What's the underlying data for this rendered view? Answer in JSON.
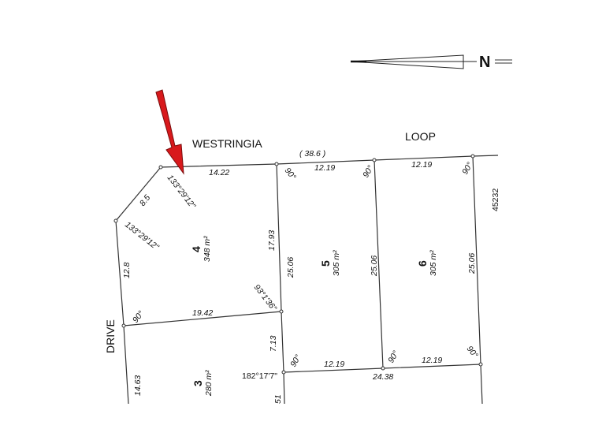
{
  "roads": {
    "north": "WESTRINGIA",
    "north_east": "LOOP",
    "west": "DRIVE"
  },
  "compass": {
    "label": "N"
  },
  "arrow": {
    "color": "#d8191c"
  },
  "frontage_total": "( 38.6 )",
  "lots": [
    {
      "number": "4",
      "area": "348 m²"
    },
    {
      "number": "5",
      "area": "305 m²"
    },
    {
      "number": "6",
      "area": "305 m²"
    },
    {
      "number": "3",
      "area": "280 m²"
    }
  ],
  "dimensions": {
    "lot4_top": "14.22",
    "lot4_corner": "8.5",
    "lot4_corner_angle_1": "133°29'12\"",
    "lot4_corner_angle_2": "133°29'12\"",
    "lot4_west": "12.8",
    "lot4_east_upper": "17.93",
    "lot4_east_angle": "93°1'36\"",
    "lot4_south": "19.42",
    "lot4_sw_angle": "90°",
    "lot5_left": "25.06",
    "lot5_top": "12.19",
    "lot5_nw_angle": "90°",
    "lot5_ne_angle": "90°",
    "lot5_right": "25.06",
    "lot6_top": "12.19",
    "lot6_ne_angle": "90°",
    "lot6_right": "25.06",
    "parcel_ref": "45232",
    "lot3_east": "7.13",
    "bottom_angle_1": "90°",
    "bottom_angle_2": "90°",
    "bottom_angle_3": "90°",
    "bottom_left": "12.19",
    "bottom_right": "12.19",
    "bottom_total": "24.38",
    "bend_angle": "182°17'7\"",
    "lot3_west": "14.63",
    "lot3_partial": "51"
  }
}
